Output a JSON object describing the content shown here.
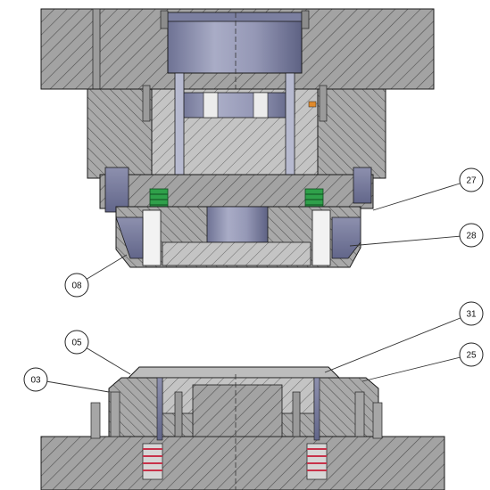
{
  "drawing": {
    "colors": {
      "section_fill": "#9a9a9a",
      "section_light": "#b9b9b9",
      "hatch": "#4a4a4a",
      "steel_blue": "#8f92b0",
      "steel_blue_dark": "#5e6284",
      "spring_green": "#2fa04a",
      "spring_red": "#c8324a",
      "outline": "#1a1a1a",
      "leader": "#333333"
    },
    "callouts": [
      {
        "id": "27",
        "label": "27"
      },
      {
        "id": "28",
        "label": "28"
      },
      {
        "id": "08",
        "label": "08"
      },
      {
        "id": "31",
        "label": "31"
      },
      {
        "id": "25",
        "label": "25"
      },
      {
        "id": "05",
        "label": "05"
      },
      {
        "id": "03",
        "label": "03"
      }
    ]
  }
}
